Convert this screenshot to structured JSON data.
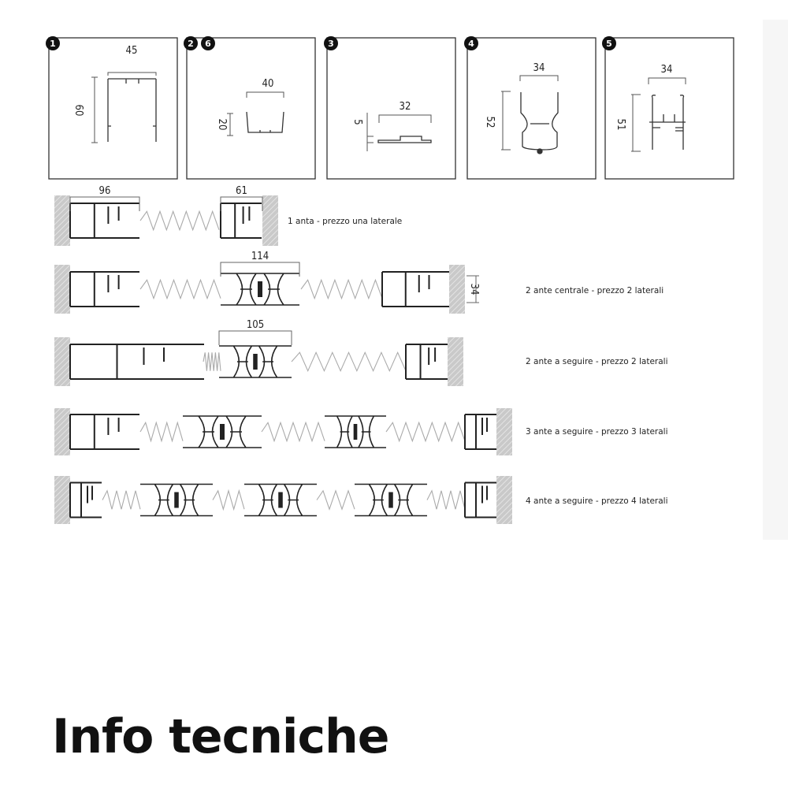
{
  "profiles": [
    {
      "badges": [
        "1"
      ],
      "width_dim": "45",
      "height_dim": "60"
    },
    {
      "badges": [
        "2",
        "6"
      ],
      "width_dim": "40",
      "height_dim": "20"
    },
    {
      "badges": [
        "3"
      ],
      "width_dim": "32",
      "height_dim": "5"
    },
    {
      "badges": [
        "4"
      ],
      "width_dim": "34",
      "height_dim": "52"
    },
    {
      "badges": [
        "5"
      ],
      "width_dim": "34",
      "height_dim": "51"
    }
  ],
  "configurations": [
    {
      "label": "1 anta - prezzo una laterale",
      "dims": [
        "96",
        "61"
      ]
    },
    {
      "label": "2 ante centrale - prezzo 2 laterali",
      "dims": [
        "114",
        "34"
      ]
    },
    {
      "label": "2 ante a seguire - prezzo 2 laterali",
      "dims": [
        "105"
      ]
    },
    {
      "label": "3 ante a seguire - prezzo 3 laterali",
      "dims": []
    },
    {
      "label": "4 ante a seguire - prezzo 4 laterali",
      "dims": []
    }
  ],
  "section_title": "Info tecniche"
}
